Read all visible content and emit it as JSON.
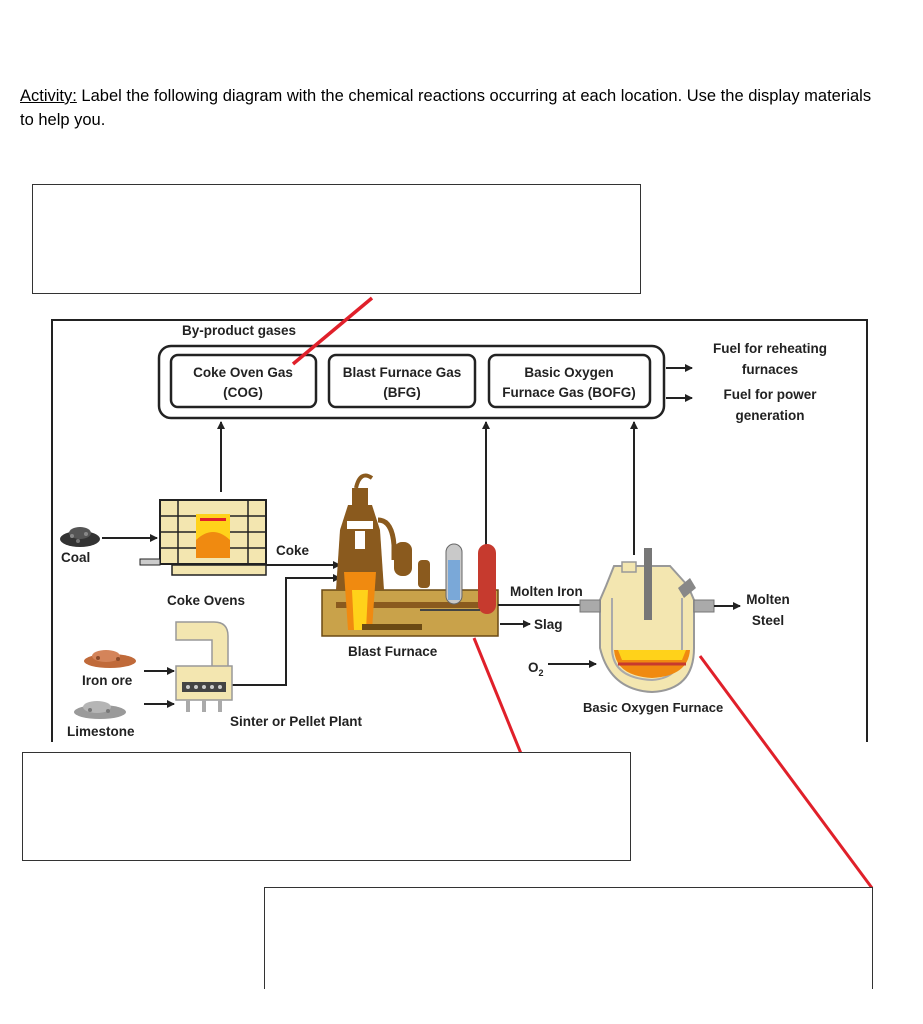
{
  "instructions": {
    "lead": "Activity:",
    "text": " Label the following diagram with the chemical reactions occurring at each location.  Use the display materials to help you."
  },
  "diagram": {
    "byproduct_title": "By-product gases",
    "gases": {
      "cog_line1": "Coke Oven Gas",
      "cog_line2": "(COG)",
      "bfg_line1": "Blast Furnace Gas",
      "bfg_line2": "(BFG)",
      "bofg_line1": "Basic Oxygen",
      "bofg_line2": "Furnace Gas (BOFG)"
    },
    "uses": {
      "reheat_line1": "Fuel for reheating",
      "reheat_line2": "furnaces",
      "power_line1": "Fuel for power",
      "power_line2": "generation"
    },
    "labels": {
      "coal": "Coal",
      "coke": "Coke",
      "coke_ovens": "Coke Ovens",
      "iron_ore": "Iron ore",
      "limestone": "Limestone",
      "sinter_plant": "Sinter or Pellet Plant",
      "blast_furnace": "Blast Furnace",
      "molten_iron": "Molten Iron",
      "slag": "Slag",
      "o2_main": "O",
      "o2_sub": "2",
      "molten_steel_line1": "Molten",
      "molten_steel_line2": "Steel",
      "bof": "Basic Oxygen Furnace"
    },
    "colors": {
      "pointer": "#e0202a",
      "furnace_brown": "#8a5a1e",
      "hot_orange": "#f08a10",
      "hot_yellow": "#ffd21a",
      "vessel_cream": "#f3e6b0"
    }
  }
}
